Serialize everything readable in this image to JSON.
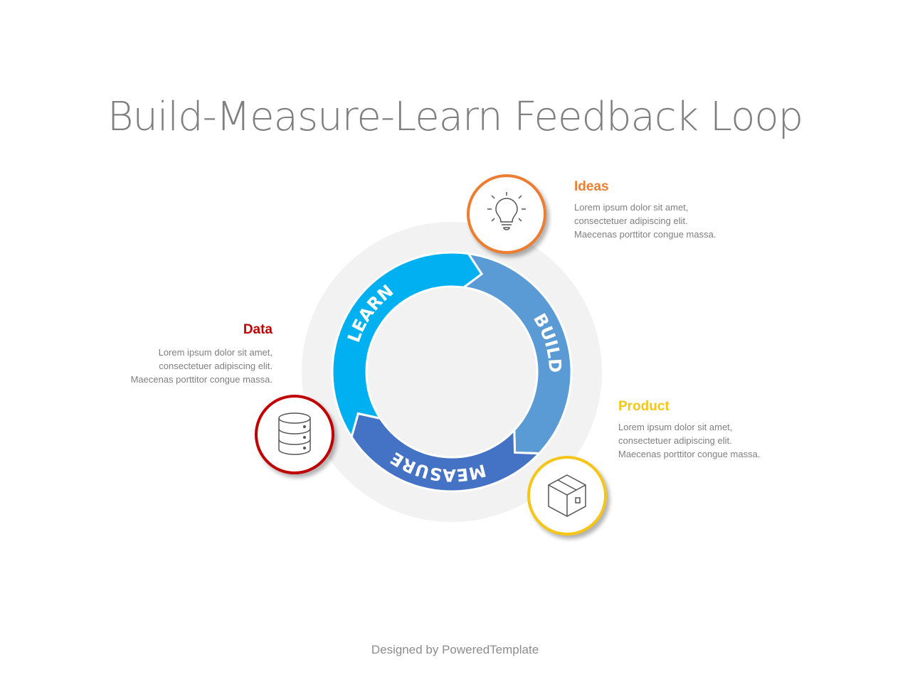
{
  "title": "Build-Measure-Learn Feedback Loop",
  "loop": [
    {
      "label": "LEARN",
      "color": "#00b0f0"
    },
    {
      "label": "BUILD",
      "color": "#5b9bd5"
    },
    {
      "label": "MEASURE",
      "color": "#4472c4"
    }
  ],
  "items": {
    "ideas": {
      "heading": "Ideas",
      "color": "#ed7d31",
      "icon": "lightbulb-icon",
      "text": "Lorem ipsum dolor sit amet,\nconsectetuer adipiscing elit.\nMaecenas porttitor  congue massa."
    },
    "data": {
      "heading": "Data",
      "color": "#c00000",
      "icon": "database-icon",
      "text": "Lorem ipsum dolor sit amet,\nconsectetuer adipiscing elit.\nMaecenas porttitor  congue massa."
    },
    "product": {
      "heading": "Product",
      "color": "#f5c518",
      "icon": "box-icon",
      "text": "Lorem ipsum dolor sit amet,\nconsectetuer adipiscing elit.\nMaecenas porttitor  congue massa."
    }
  },
  "footer": "Designed  by PoweredTemplate"
}
